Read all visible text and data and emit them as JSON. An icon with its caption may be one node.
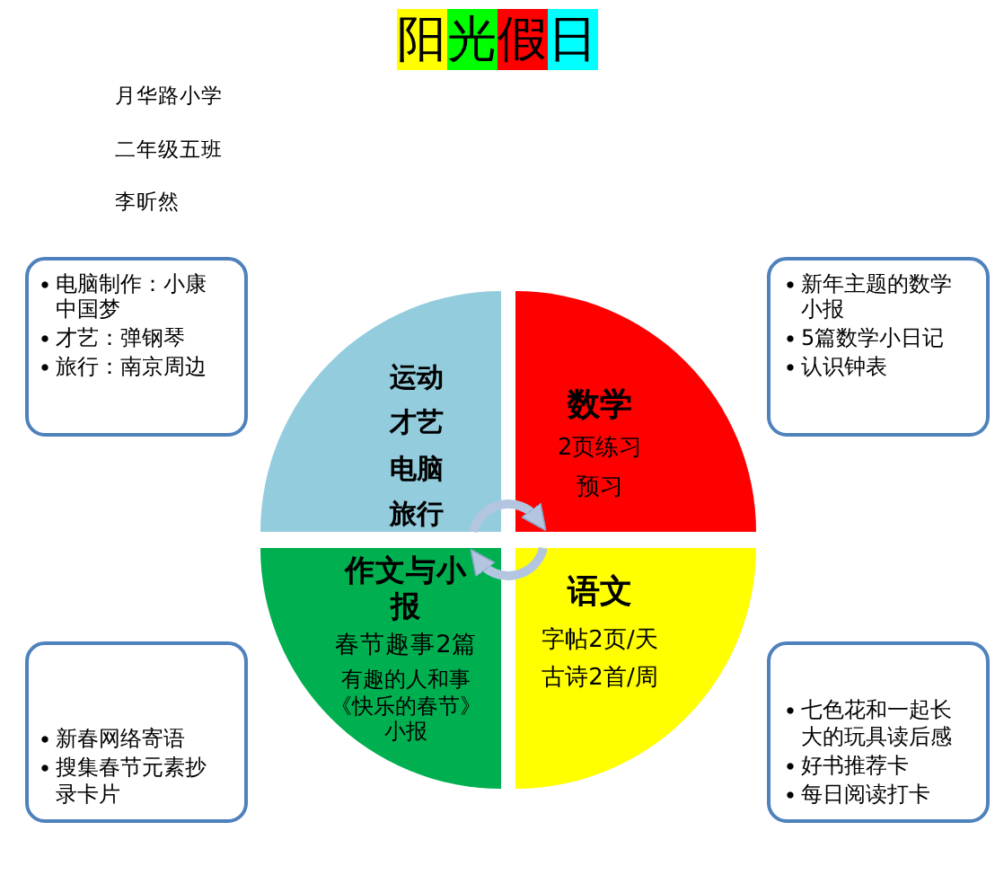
{
  "diagram": {
    "title": "阳光假日",
    "nodes": [
      {
        "text": [
          "电脑制作：小康中国梦",
          "才艺：弹钢琴",
          "旅行：南京周边"
        ]
      },
      {
        "text": [
          "新年主题的数学小报",
          "5篇数学小日记",
          "认识钟表"
        ]
      },
      {
        "text": [
          "运动",
          "才艺",
          "电脑",
          "旅行"
        ]
      },
      {
        "text": [
          "数学",
          "2页练习",
          "预习"
        ]
      },
      {
        "text": [
          "作文与小报",
          "春节趣事2篇",
          "有趣的人和事《快乐的春节》小报"
        ]
      },
      {
        "text": [
          "语文",
          "字帖2页/天",
          "古诗2首/周"
        ]
      },
      {
        "text": [
          "新春网络寄语",
          "搜集春节元素抄录卡片"
        ]
      },
      {
        "text": [
          "七色花和一起长大的玩具读后感",
          "好书推荐卡",
          "每日阅读打卡"
        ]
      }
    ],
    "edges": [
      {
        "from": 2,
        "to": 3,
        "arrow": "to"
      },
      {
        "from": 5,
        "to": 4,
        "arrow": "to"
      }
    ],
    "labels": [
      "月华路小学",
      "二年级五班",
      "李昕然"
    ]
  }
}
